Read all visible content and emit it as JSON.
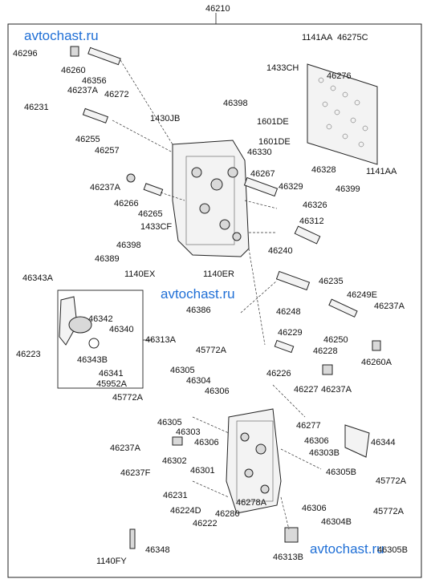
{
  "watermarks": [
    "avtochast.ru",
    "avtochast.ru",
    "avtochast.ru"
  ],
  "labels": {
    "l46210": "46210",
    "l46296": "46296",
    "l46260": "46260",
    "l46356": "46356",
    "l46237A_1": "46237A",
    "l46272": "46272",
    "l1141AA_1": "1141AA",
    "l46275C": "46275C",
    "l1433CH": "1433CH",
    "l46276": "46276",
    "l46398_1": "46398",
    "l1601DE_1": "1601DE",
    "l46231_1": "46231",
    "l46255": "46255",
    "l46257": "46257",
    "l1430JB": "1430JB",
    "l1601DE_2": "1601DE",
    "l46330": "46330",
    "l46267": "46267",
    "l46328": "46328",
    "l1141AA_2": "1141AA",
    "l46237A_2": "46237A",
    "l46329": "46329",
    "l46399": "46399",
    "l46266": "46266",
    "l46265": "46265",
    "l46326": "46326",
    "l1433CF": "1433CF",
    "l46312": "46312",
    "l46398_2": "46398",
    "l46240": "46240",
    "l46389": "46389",
    "l1140EX": "1140EX",
    "l1140ER": "1140ER",
    "l46235": "46235",
    "l46343A": "46343A",
    "l46386": "46386",
    "l46248": "46248",
    "l46249E": "46249E",
    "l46237A_3": "46237A",
    "l46342": "46342",
    "l46340": "46340",
    "l46223": "46223",
    "l46343B": "46343B",
    "l46229": "46229",
    "l46250": "46250",
    "l46313A": "46313A",
    "l46228": "46228",
    "l46260A": "46260A",
    "l46341": "46341",
    "l45952A": "45952A",
    "l45772A_1": "45772A",
    "l46226": "46226",
    "l46227": "46227",
    "l46237A_4": "46237A",
    "l46305_1": "46305",
    "l46304_1": "46304",
    "l46306_1": "46306",
    "l45772A_2": "45772A",
    "l46305_2": "46305",
    "l46277": "46277",
    "l46303": "46303",
    "l46344": "46344",
    "l46306_2": "46306",
    "l46306_3": "46306",
    "l46237A_5": "46237A",
    "l46302": "46302",
    "l46303B": "46303B",
    "l46237F": "46237F",
    "l46301": "46301",
    "l46305B": "46305B",
    "l45772A_3": "45772A",
    "l46231_2": "46231",
    "l46278A": "46278A",
    "l46224D": "46224D",
    "l46280": "46280",
    "l46222": "46222",
    "l46306_4": "46306",
    "l45772A_4": "45772A",
    "l46304B": "46304B",
    "l46348": "46348",
    "l46305B_2": "46305B",
    "l1140FY": "1140FY",
    "l46313B": "46313B"
  }
}
